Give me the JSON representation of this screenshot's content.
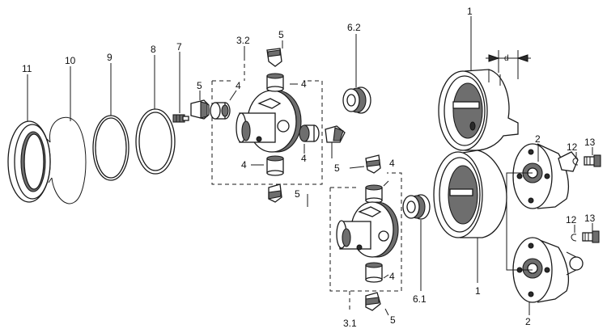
{
  "labels": {
    "p11": "11",
    "p10": "10",
    "p9": "9",
    "p8": "8",
    "p7": "7",
    "p32": "3.2",
    "p5a": "5",
    "p5b": "5",
    "p5c": "5",
    "p5d": "5",
    "p5e": "5",
    "p4a": "4",
    "p4b": "4",
    "p4c": "4",
    "p4d": "4",
    "p4e": "4",
    "p4f": "4",
    "p62": "6.2",
    "p61": "6.1",
    "p31": "3.1",
    "p1a": "1",
    "p1b": "1",
    "dim_d": "d",
    "p2a": "2",
    "p2b": "2",
    "p12a": "12",
    "p12b": "12",
    "p13a": "13",
    "p13b": "13"
  }
}
